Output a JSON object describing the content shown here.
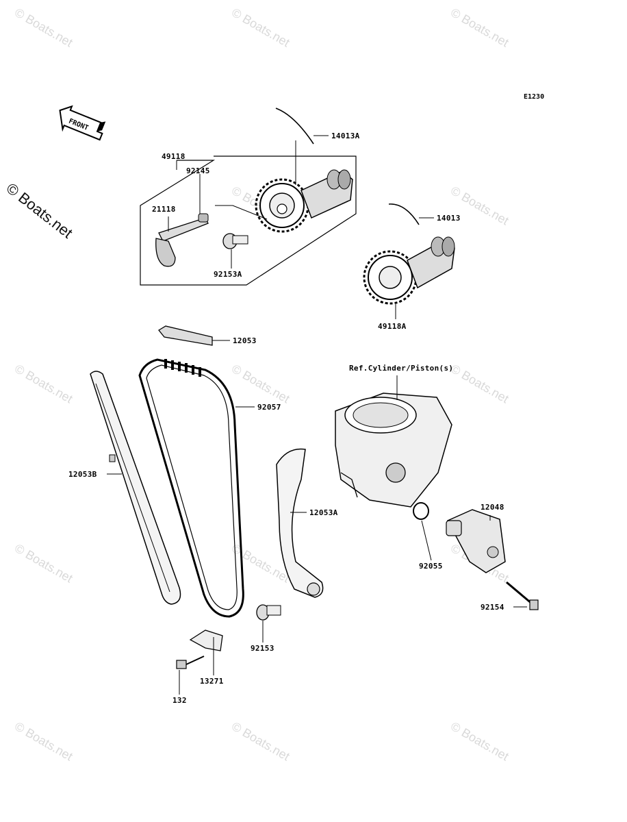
{
  "diagram_code": "E1230",
  "front_label": "FRONT",
  "watermark": "© Boats.net",
  "reference_note": "Ref.Cylinder/Piston(s)",
  "parts": {
    "p14013A": "14013A",
    "p49118": "49118",
    "p92145": "92145",
    "p21118": "21118",
    "p92153A": "92153A",
    "p14013": "14013",
    "p49118A": "49118A",
    "p12053": "12053",
    "p92057": "92057",
    "p12053B": "12053B",
    "p12053A": "12053A",
    "p12048": "12048",
    "p92055": "92055",
    "p92154": "92154",
    "p92153": "92153",
    "p13271": "13271",
    "p132": "132"
  }
}
